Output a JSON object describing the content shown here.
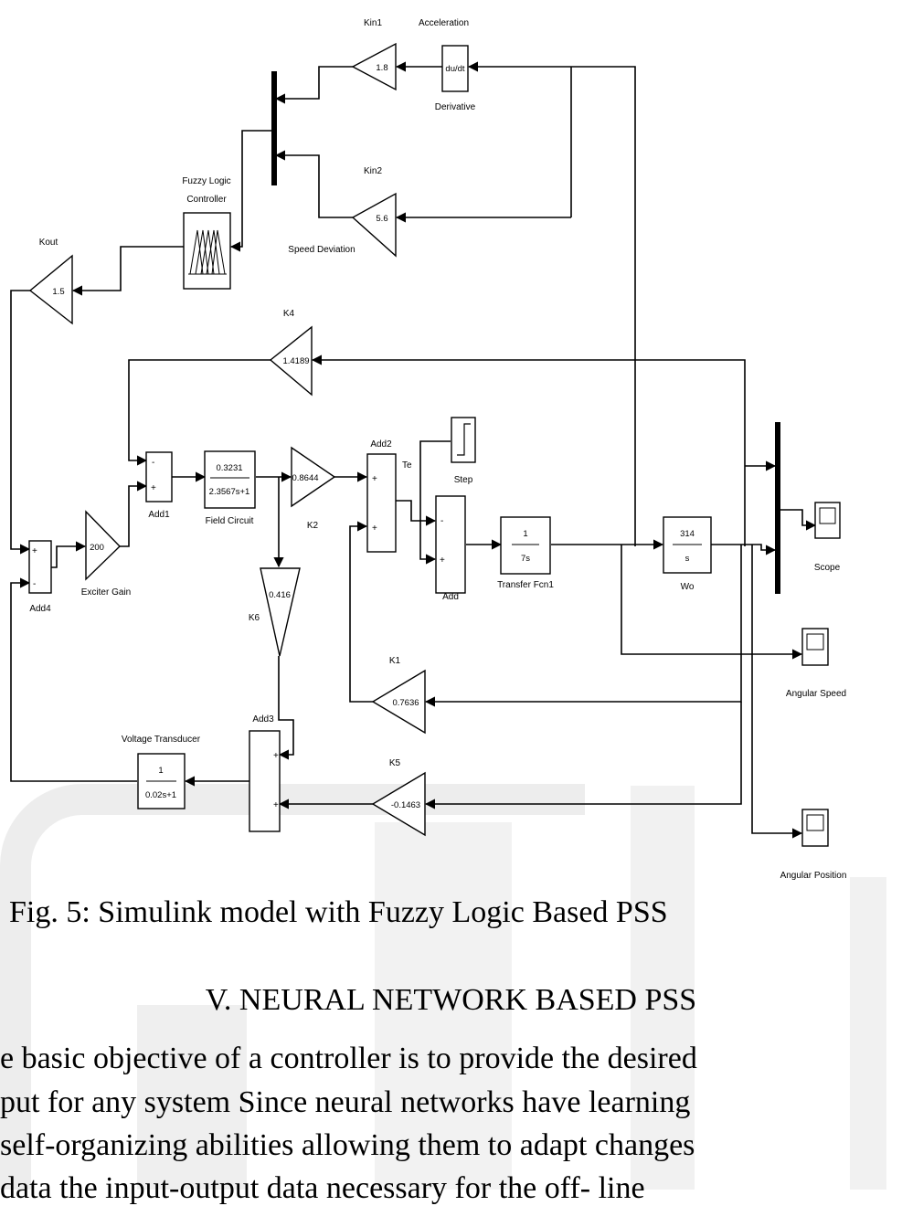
{
  "diagram": {
    "blocks": {
      "kin1_name": "Kin1",
      "kin1_gain": "1.8",
      "acceleration": "Acceleration",
      "derivative_symbol": "du/dt",
      "derivative_name": "Derivative",
      "kin2_name": "Kin2",
      "kin2_gain": "5.6",
      "speed_deviation": "Speed Deviation",
      "flc_name_line1": "Fuzzy Logic",
      "flc_name_line2": "Controller",
      "kout_name": "Kout",
      "kout_gain": "1.5",
      "k4_name": "K4",
      "k4_gain": "1.4189",
      "add2_name": "Add2",
      "te_label": "Te",
      "step_name": "Step",
      "add1_name": "Add1",
      "field_num": "0.3231",
      "field_den": "2.3567s+1",
      "field_name": "Field Circuit",
      "k2_gain": "0.8644",
      "k2_name": "K2",
      "exciter_gain": "200",
      "exciter_name": "Exciter Gain",
      "add4_name": "Add4",
      "k6_gain": "0.416",
      "k6_name": "K6",
      "add_name": "Add",
      "tf1_num": "1",
      "tf1_den": "7s",
      "tf1_name": "Transfer Fcn1",
      "wo_num": "314",
      "wo_den": "s",
      "wo_name": "Wo",
      "scope_name": "Scope",
      "angular_speed_name": "Angular Speed",
      "k1_name": "K1",
      "k1_gain": "0.7636",
      "add3_name": "Add3",
      "vt_name": "Voltage Transducer",
      "vt_num": "1",
      "vt_den": "0.02s+1",
      "k5_name": "K5",
      "k5_gain": "-0.1463",
      "angular_position_name": "Angular Position"
    },
    "signs": {
      "plus": "+",
      "minus": "-"
    }
  },
  "caption": "Fig. 5: Simulink model with Fuzzy Logic Based PSS",
  "section_heading": "V.   NEURAL NETWORK BASED PSS",
  "body_lines": [
    "e  basic objective  of a controller  is  to provide the desired",
    "put for  any system Since neural  networks have  learning",
    "  self-organizing abilities  allowing them to adapt changes",
    "data   the   input-output   data   necessary   for   the   off-  line"
  ]
}
